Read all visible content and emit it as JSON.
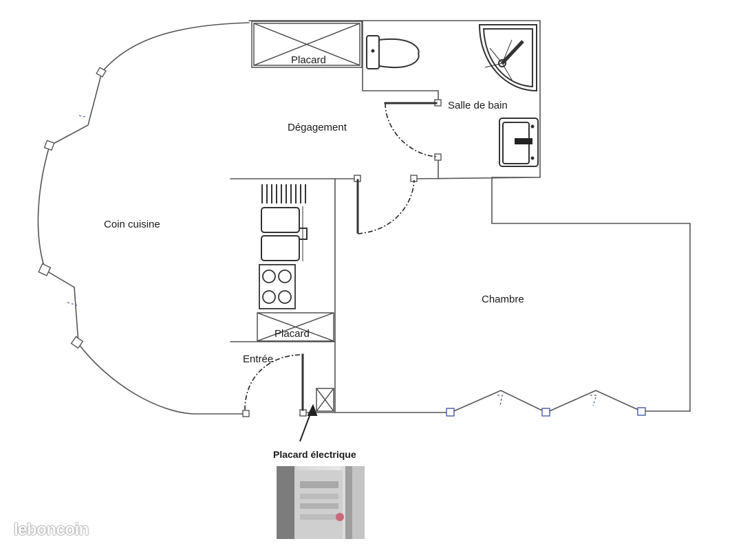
{
  "plan": {
    "rooms": {
      "placard_top": "Placard",
      "salle_de_bain": "Salle de bain",
      "degagement": "Dégagement",
      "coin_cuisine": "Coin cuisine",
      "chambre": "Chambre",
      "placard_kitchen": "Placard",
      "entree": "Entrée"
    },
    "callout": "Placard électrique"
  },
  "watermark": "leboncoin",
  "colors": {
    "wall": "#555555",
    "window": "#4a5aa0",
    "door": "#222222"
  }
}
